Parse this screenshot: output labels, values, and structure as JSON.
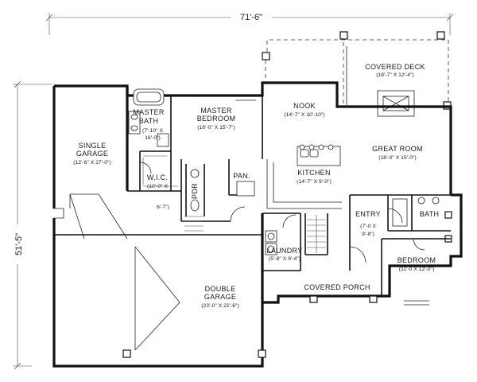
{
  "overall_width": "71'-6\"",
  "overall_depth": "51'-5\"",
  "rooms": {
    "covered_deck": {
      "name": "COVERED DECK",
      "size": "(18'-7\" X 12'-4\")"
    },
    "single_garage": {
      "name1": "SINGLE",
      "name2": "GARAGE",
      "size": "(12'-6\" X 27'-0\")"
    },
    "master_bath": {
      "name1": "MASTER",
      "name2": "BATH",
      "size1": "(7'-10\" X",
      "size2": "16'-0\")"
    },
    "master_bedroom": {
      "name1": "MASTER",
      "name2": "BEDROOM",
      "size": "(16'-0\" X 15'-7\")"
    },
    "nook": {
      "name": "NOOK",
      "size": "(14'-7\" X 10'-10\")"
    },
    "great_room": {
      "name": "GREAT ROOM",
      "size": "(18'-0\" X 15'-0\")"
    },
    "kitchen": {
      "name": "KITCHEN",
      "size": "(14'-7\" X 9'-0\")"
    },
    "pan": {
      "name": "PAN."
    },
    "pdr": {
      "name": "PDR"
    },
    "wic": {
      "name": "W.I.C.",
      "size1": "(10'-0\" X",
      "size2": "6'-7\")"
    },
    "entry": {
      "name": "ENTRY",
      "size1": "(7'-0 X",
      "size2": "9'-8\")"
    },
    "bath": {
      "name": "BATH"
    },
    "laundry": {
      "name": "LAUNDRY",
      "size": "(5'-8\" X 9'-4\")"
    },
    "bedroom": {
      "name": "BEDROOM",
      "size": "(11'-0 X 12'-0\")"
    },
    "double_garage": {
      "name1": "DOUBLE",
      "name2": "GARAGE",
      "size": "(23'-0\" X 22'-6\")"
    },
    "covered_porch": {
      "name": "COVERED PORCH"
    }
  }
}
